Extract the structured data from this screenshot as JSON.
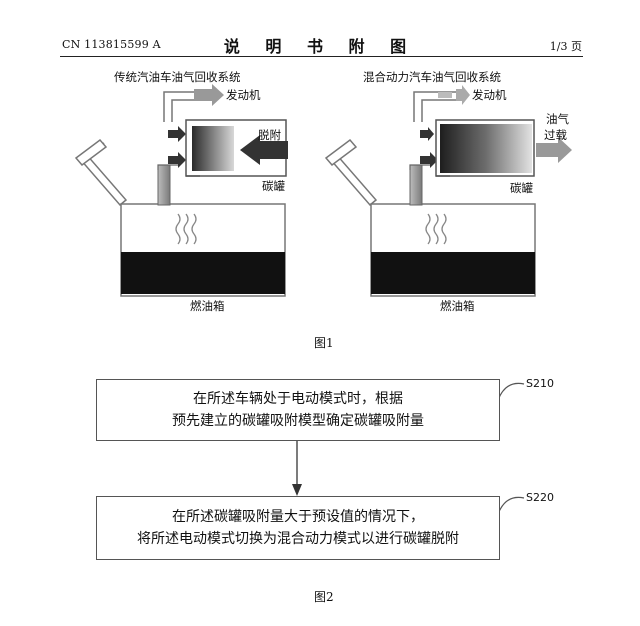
{
  "header": {
    "patent_number": "CN 113815599 A",
    "title": "说 明 书 附 图",
    "page": "1/3 页"
  },
  "figure1": {
    "left_panel": {
      "title": "传统汽油车油气回收系统",
      "engine_label": "发动机",
      "desorb_label": "脱附",
      "canister_label": "碳罐",
      "tank_label": "燃油箱"
    },
    "right_panel": {
      "title": "混合动力汽车油气回收系统",
      "engine_label": "发动机",
      "vapor_label": "油气",
      "overload_label": "过载",
      "canister_label": "碳罐",
      "tank_label": "燃油箱"
    },
    "caption": "图1"
  },
  "figure2": {
    "steps": [
      {
        "label": "S210",
        "line1": "在所述车辆处于电动模式时，根据",
        "line2": "预先建立的碳罐吸附模型确定碳罐吸附量"
      },
      {
        "label": "S220",
        "line1": "在所述碳罐吸附量大于预设值的情况下，",
        "line2": "将所述电动模式切换为混合动力模式以进行碳罐脱附"
      }
    ],
    "caption": "图2"
  }
}
